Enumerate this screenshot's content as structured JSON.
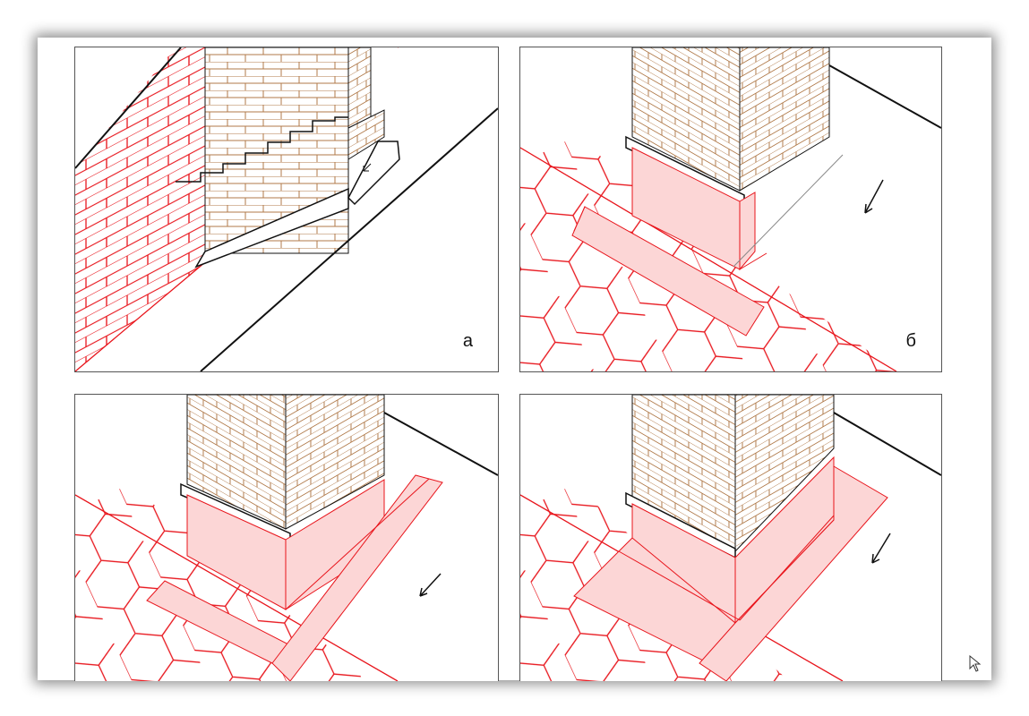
{
  "figure": {
    "panels": [
      {
        "id": "a",
        "label": "а"
      },
      {
        "id": "b",
        "label": "б"
      },
      {
        "id": "c",
        "label": ""
      },
      {
        "id": "d",
        "label": ""
      }
    ],
    "colors": {
      "roof_red": "#e8141b",
      "flashing_fill": "#fcd6d6",
      "brick_line": "#b07a4a",
      "ink": "#111111"
    }
  }
}
